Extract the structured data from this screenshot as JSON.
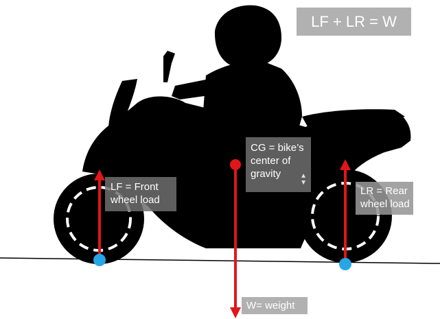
{
  "formula": "LF + LR = W",
  "labels": {
    "cg_line1": "CG = bike’s",
    "cg_line2": "center of",
    "cg_line3": "gravity",
    "lf_line1": "LF = Front",
    "lf_line2": "wheel load",
    "lr_line1": "LR = Rear",
    "lr_line2": "wheel load",
    "w": "W= weight"
  },
  "colors": {
    "silhouette": "#000000",
    "force_arrow": "#e0161b",
    "contact_point": "#27a6e6",
    "ground_line": "#000000",
    "label_background": "#8c8c8c",
    "label_text": "#ffffff"
  },
  "icons": {
    "cg_marker": "red-dot",
    "contact_markers": "blue-dot",
    "label_scroll": "up-down-arrows"
  }
}
